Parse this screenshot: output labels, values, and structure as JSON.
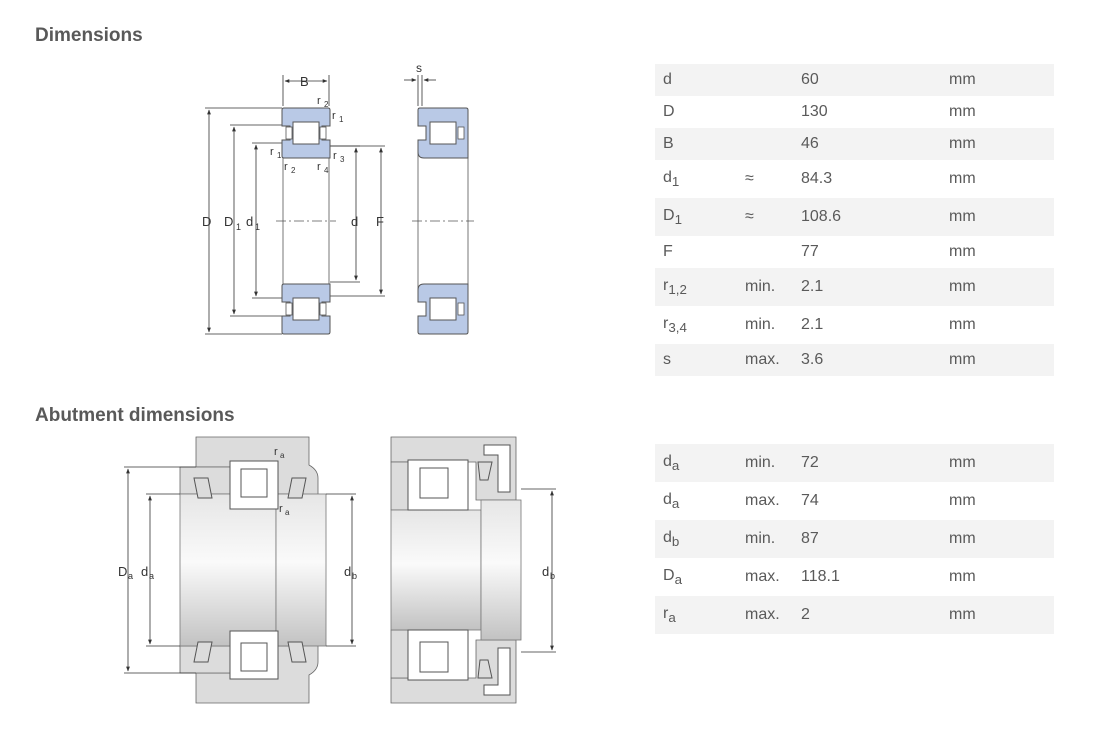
{
  "dimensions": {
    "title": "Dimensions",
    "rows": [
      {
        "sym": "d",
        "sub": "",
        "qual": "",
        "val": "60",
        "unit": "mm"
      },
      {
        "sym": "D",
        "sub": "",
        "qual": "",
        "val": "130",
        "unit": "mm"
      },
      {
        "sym": "B",
        "sub": "",
        "qual": "",
        "val": "46",
        "unit": "mm"
      },
      {
        "sym": "d",
        "sub": "1",
        "qual": "≈",
        "val": "84.3",
        "unit": "mm"
      },
      {
        "sym": "D",
        "sub": "1",
        "qual": "≈",
        "val": "108.6",
        "unit": "mm"
      },
      {
        "sym": "F",
        "sub": "",
        "qual": "",
        "val": "77",
        "unit": "mm"
      },
      {
        "sym": "r",
        "sub": "1,2",
        "qual": "min.",
        "val": "2.1",
        "unit": "mm"
      },
      {
        "sym": "r",
        "sub": "3,4",
        "qual": "min.",
        "val": "2.1",
        "unit": "mm"
      },
      {
        "sym": "s",
        "sub": "",
        "qual": "max.",
        "val": "3.6",
        "unit": "mm"
      }
    ]
  },
  "abutment": {
    "title": "Abutment dimensions",
    "rows": [
      {
        "sym": "d",
        "sub": "a",
        "qual": "min.",
        "val": "72",
        "unit": "mm"
      },
      {
        "sym": "d",
        "sub": "a",
        "qual": "max.",
        "val": "74",
        "unit": "mm"
      },
      {
        "sym": "d",
        "sub": "b",
        "qual": "min.",
        "val": "87",
        "unit": "mm"
      },
      {
        "sym": "D",
        "sub": "a",
        "qual": "max.",
        "val": "118.1",
        "unit": "mm"
      },
      {
        "sym": "r",
        "sub": "a",
        "qual": "max.",
        "val": "2",
        "unit": "mm"
      }
    ]
  },
  "drawing_labels": {
    "B": "B",
    "s": "s",
    "D": "D",
    "D1": "D",
    "D1_sub": "1",
    "d1": "d",
    "d1_sub": "1",
    "d": "d",
    "F": "F",
    "r": "r",
    "sub1": "1",
    "sub2": "2",
    "sub3": "3",
    "sub4": "4",
    "Da": "D",
    "da": "d",
    "db": "d",
    "ra": "r",
    "sub_a": "a",
    "sub_b": "b"
  },
  "colors": {
    "ring_fill": "#b9c9e6",
    "ring_stroke": "#555555",
    "shaft_light": "#f2f2f2",
    "shaft_dark": "#b8b8b8",
    "housing": "#dcdcdc"
  }
}
